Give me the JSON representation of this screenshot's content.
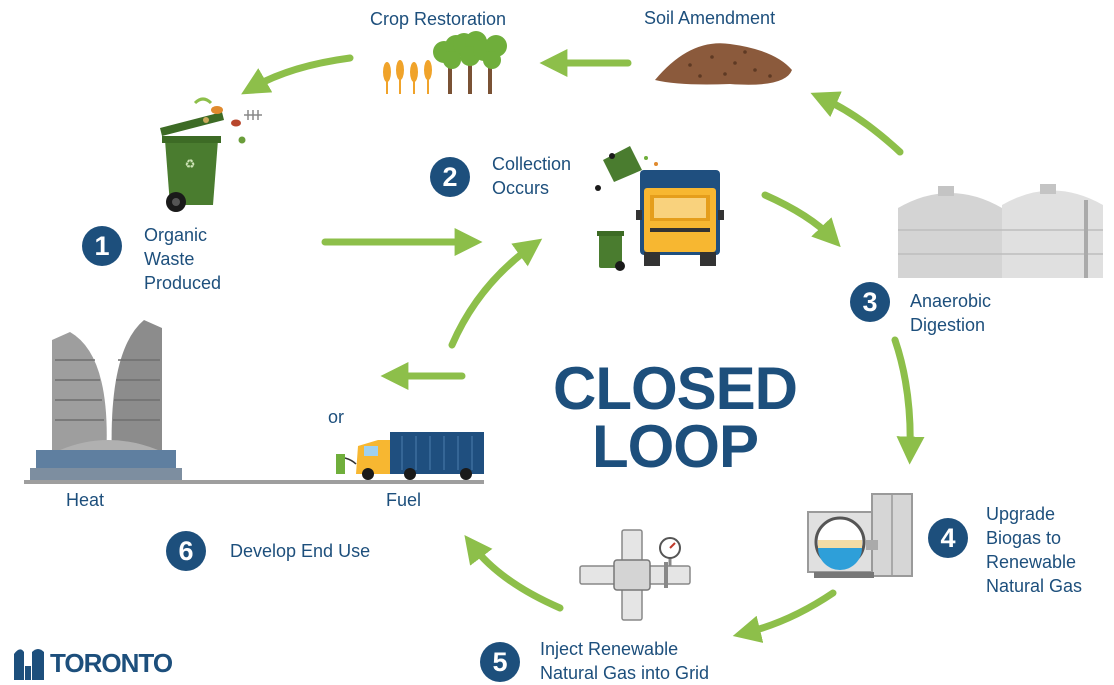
{
  "title": {
    "line1": "CLOSED",
    "line2": "LOOP"
  },
  "steps": [
    {
      "number": "1",
      "label_lines": [
        "Organic",
        "Waste",
        "Produced"
      ],
      "icon": "green-bin-icon"
    },
    {
      "number": "2",
      "label_lines": [
        "Collection",
        "Occurs"
      ],
      "icon": "collection-truck-icon"
    },
    {
      "number": "3",
      "label_lines": [
        "Anaerobic",
        "Digestion"
      ],
      "icon": "digester-tanks-icon"
    },
    {
      "number": "4",
      "label_lines": [
        "Upgrade",
        "Biogas to",
        "Renewable",
        "Natural Gas"
      ],
      "icon": "upgrading-plant-icon"
    },
    {
      "number": "5",
      "label_lines": [
        "Inject Renewable",
        "Natural Gas into Grid"
      ],
      "icon": "gas-pipe-valve-icon"
    },
    {
      "number": "6",
      "label_lines": [
        "Develop End Use"
      ],
      "icon": "end-use-icon"
    }
  ],
  "extras": {
    "soil_amendment": "Soil Amendment",
    "crop_restoration": "Crop Restoration",
    "heat": "Heat",
    "fuel": "Fuel",
    "or": "or"
  },
  "logo": {
    "text": "TORONTO"
  },
  "colors": {
    "navy": "#1d4f7c",
    "arrow_green": "#8dbf4a",
    "truck_yellow": "#f7b731",
    "bin_green": "#4a7c2f",
    "soil_brown": "#8b5a3c",
    "tank_gray": "#d9d9d9"
  }
}
